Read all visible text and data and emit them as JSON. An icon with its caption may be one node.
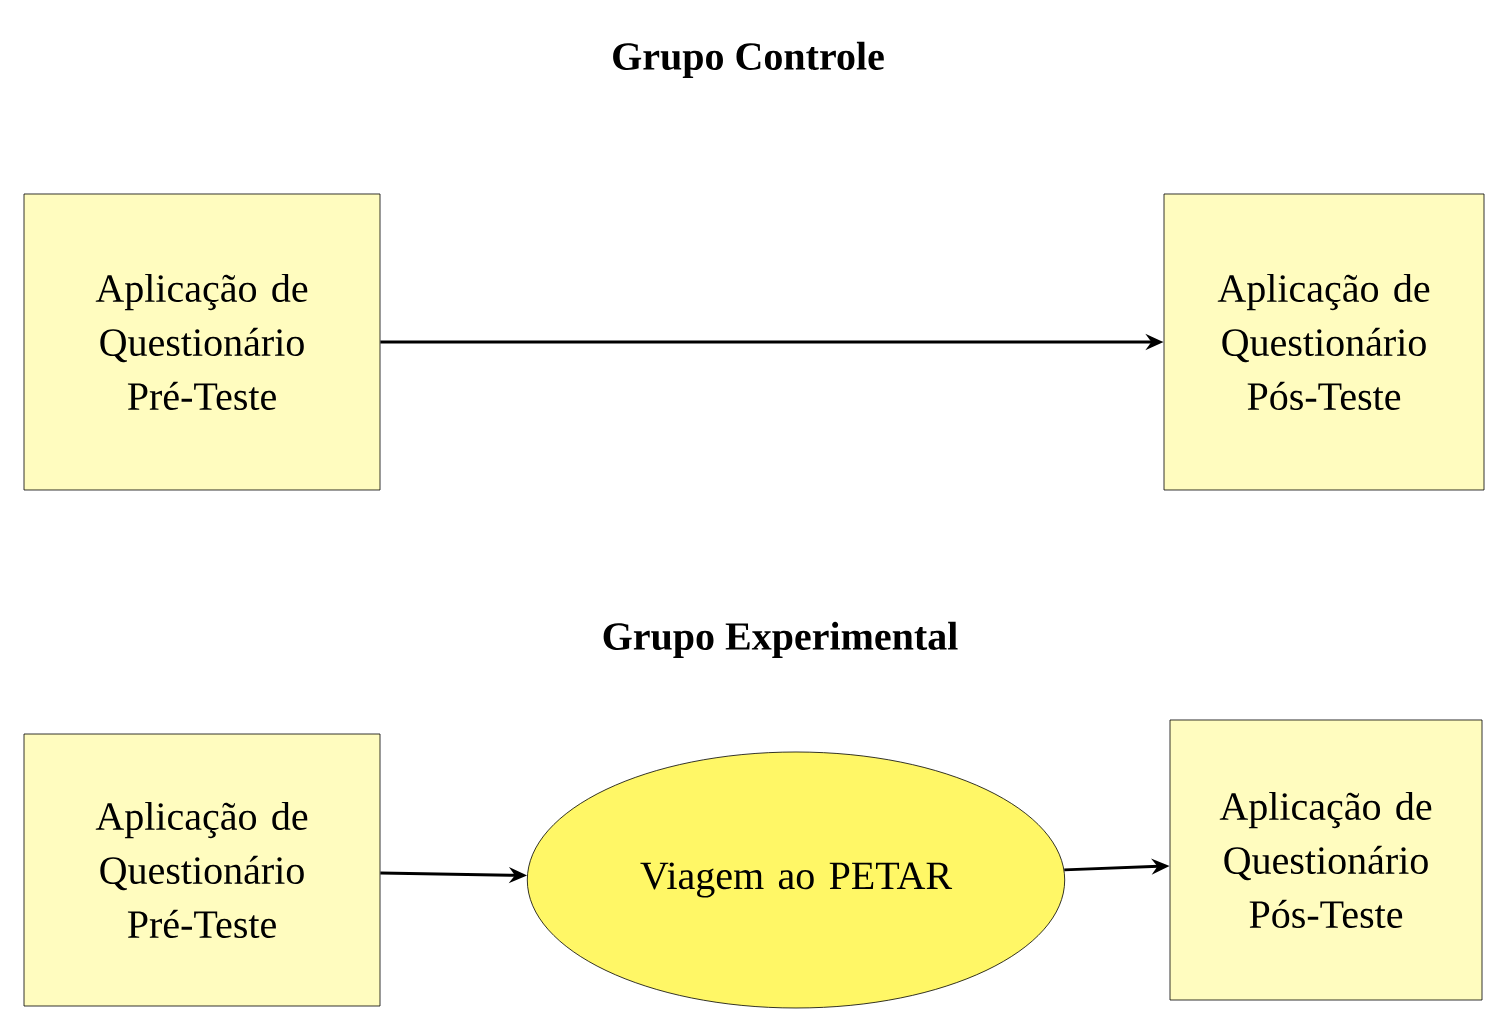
{
  "diagram": {
    "nodes": [
      {
        "text": [
          "Aplicação de Questionário Pré-Teste"
        ]
      },
      {
        "text": [
          "Aplicação de Questionário Pós-Teste"
        ]
      },
      {
        "text": [
          "Aplicação de Questionário Pré-Teste"
        ]
      },
      {
        "text": [
          "Viagem ao PETAR"
        ]
      },
      {
        "text": [
          "Aplicação de Questionário Pós-Teste"
        ]
      }
    ],
    "edges": [
      {
        "from": 0,
        "to": 1,
        "arrow": "to"
      },
      {
        "from": 2,
        "to": 3,
        "arrow": "to"
      },
      {
        "from": 3,
        "to": 4,
        "arrow": "to"
      }
    ],
    "labels": [
      "Grupo Controle",
      "Grupo Experimental"
    ]
  }
}
